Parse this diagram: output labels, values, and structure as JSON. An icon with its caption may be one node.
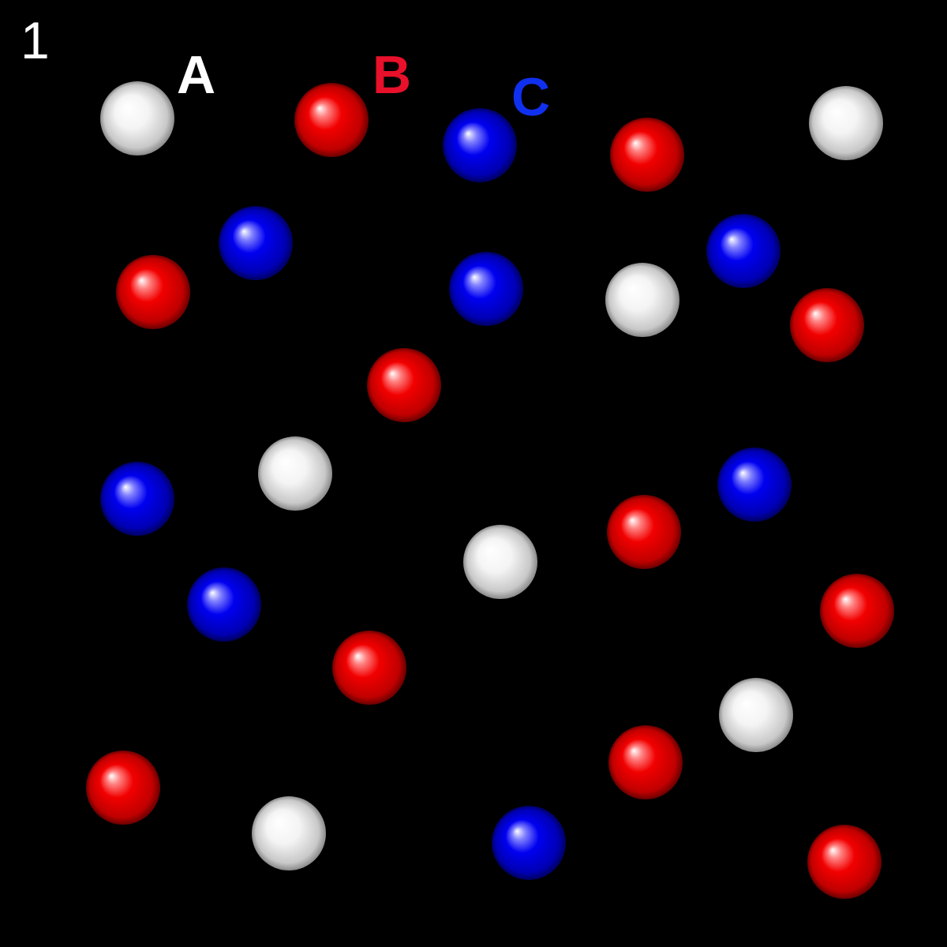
{
  "diagram": {
    "labels": [
      "1",
      "A",
      "B",
      "C"
    ]
  }
}
